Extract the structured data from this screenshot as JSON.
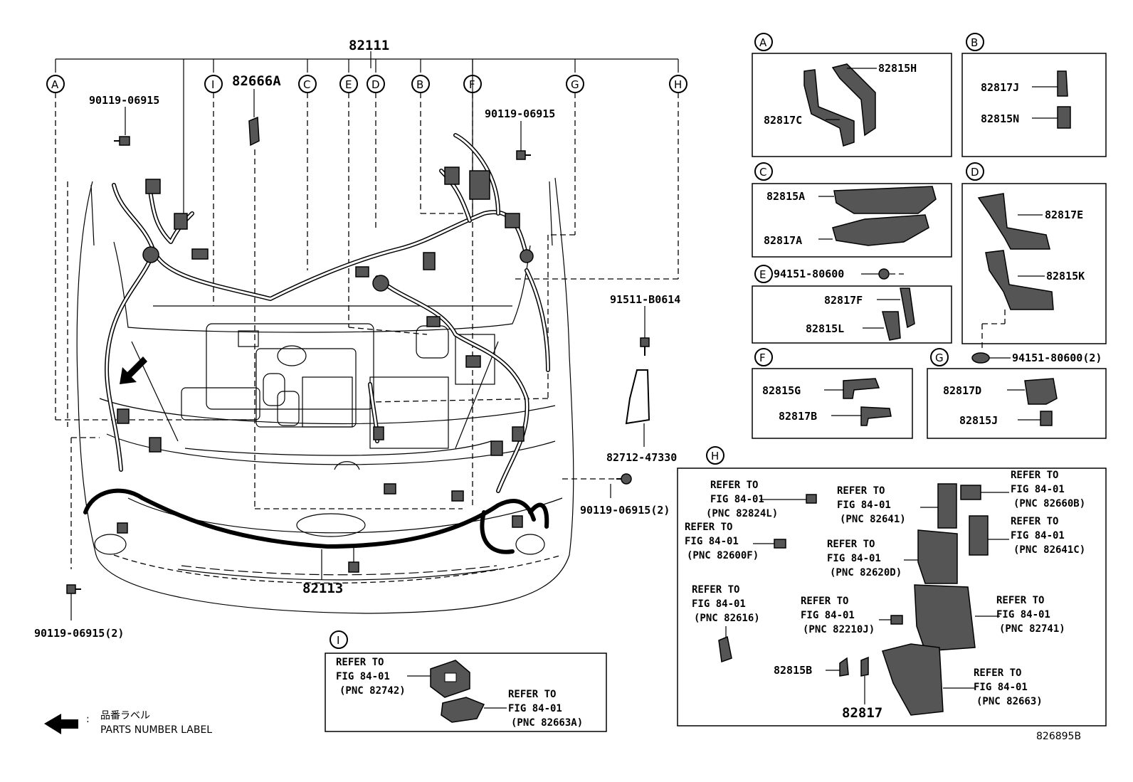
{
  "main": {
    "harness_top": "82111",
    "harness_bottom": "82113",
    "bolt_upper_left": "90119-06915",
    "bolt_upper_right": "90119-06915",
    "bolt_lower_left": "90119-06915(2)",
    "bolt_lower_right": "90119-06915(2)",
    "clip_82666a": "82666A",
    "clip_91511": "91511-B0614",
    "bracket_82712": "82712-47330",
    "callouts": [
      "A",
      "I",
      "C",
      "E",
      "D",
      "B",
      "F",
      "G",
      "H"
    ]
  },
  "panels": {
    "A": {
      "letter": "A",
      "parts": [
        "82815H",
        "82817C"
      ]
    },
    "B": {
      "letter": "B",
      "parts": [
        "82817J",
        "82815N"
      ]
    },
    "C": {
      "letter": "C",
      "parts": [
        "82815A",
        "82817A"
      ]
    },
    "D": {
      "letter": "D",
      "parts": [
        "82817E",
        "82815K"
      ],
      "below": "94151-80600(2)"
    },
    "E": {
      "letter": "E",
      "above": "94151-80600",
      "parts": [
        "82817F",
        "82815L"
      ]
    },
    "F": {
      "letter": "F",
      "parts": [
        "82815G",
        "82817B"
      ]
    },
    "G": {
      "letter": "G",
      "parts": [
        "82817D",
        "82815J"
      ]
    },
    "H": {
      "letter": "H",
      "refer_to": "REFER TO",
      "fig": "FIG 84-01",
      "pnc": [
        "(PNC 82824L)",
        "(PNC 82641)",
        "(PNC 82660B)",
        "(PNC 82600F)",
        "(PNC 82641C)",
        "(PNC 82620D)",
        "(PNC 82616)",
        "(PNC 82210J)",
        "(PNC 82741)",
        "(PNC 82663)"
      ],
      "parts": [
        "82815B",
        "82817"
      ]
    },
    "I": {
      "letter": "I",
      "refer_to": "REFER TO",
      "fig": "FIG 84-01",
      "pnc": [
        "(PNC 82742)",
        "(PNC 82663A)"
      ]
    }
  },
  "legend": {
    "jp": "品番ラベル",
    "colon": ":",
    "en": "PARTS NUMBER LABEL"
  },
  "drawing_id": "826895B"
}
